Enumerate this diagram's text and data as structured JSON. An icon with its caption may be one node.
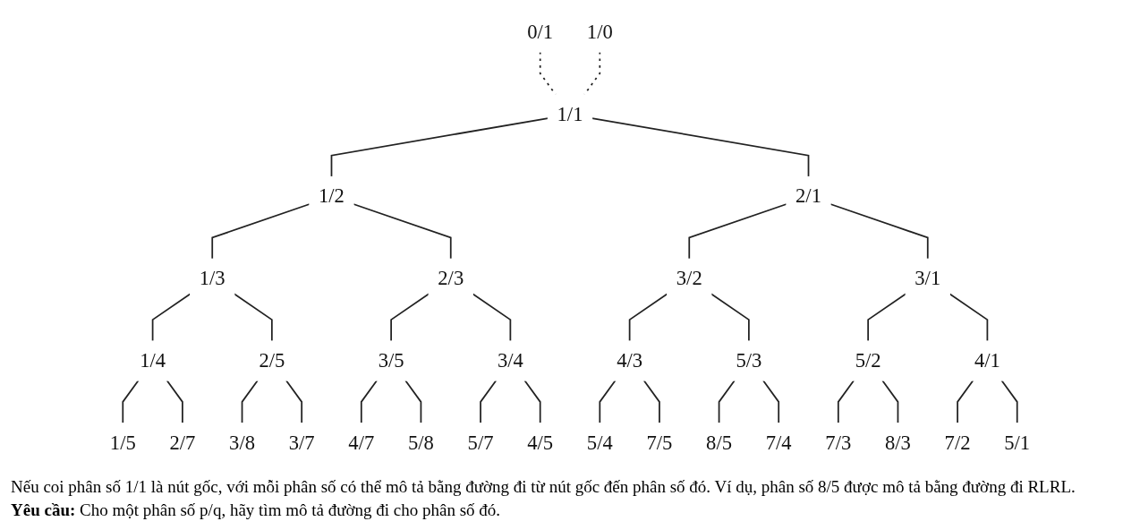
{
  "diagram": {
    "nodes": [
      {
        "text": [
          "0/1"
        ]
      },
      {
        "text": [
          "1/0"
        ]
      },
      {
        "text": [
          "1/1"
        ]
      },
      {
        "text": [
          "1/2"
        ]
      },
      {
        "text": [
          "2/1"
        ]
      },
      {
        "text": [
          "1/3"
        ]
      },
      {
        "text": [
          "2/3"
        ]
      },
      {
        "text": [
          "3/2"
        ]
      },
      {
        "text": [
          "3/1"
        ]
      },
      {
        "text": [
          "1/4"
        ]
      },
      {
        "text": [
          "2/5"
        ]
      },
      {
        "text": [
          "3/5"
        ]
      },
      {
        "text": [
          "3/4"
        ]
      },
      {
        "text": [
          "4/3"
        ]
      },
      {
        "text": [
          "5/3"
        ]
      },
      {
        "text": [
          "5/2"
        ]
      },
      {
        "text": [
          "4/1"
        ]
      },
      {
        "text": [
          "1/5"
        ]
      },
      {
        "text": [
          "2/7"
        ]
      },
      {
        "text": [
          "3/8"
        ]
      },
      {
        "text": [
          "3/7"
        ]
      },
      {
        "text": [
          "4/7"
        ]
      },
      {
        "text": [
          "5/8"
        ]
      },
      {
        "text": [
          "5/7"
        ]
      },
      {
        "text": [
          "4/5"
        ]
      },
      {
        "text": [
          "5/4"
        ]
      },
      {
        "text": [
          "7/5"
        ]
      },
      {
        "text": [
          "8/5"
        ]
      },
      {
        "text": [
          "7/4"
        ]
      },
      {
        "text": [
          "7/3"
        ]
      },
      {
        "text": [
          "8/3"
        ]
      },
      {
        "text": [
          "7/2"
        ]
      },
      {
        "text": [
          "5/1"
        ]
      }
    ],
    "edges": [
      {
        "from": 0,
        "to": 2,
        "arrow": "none",
        "style": "dashed"
      },
      {
        "from": 1,
        "to": 2,
        "arrow": "none",
        "style": "dashed"
      },
      {
        "from": 2,
        "to": 3,
        "arrow": "none"
      },
      {
        "from": 2,
        "to": 4,
        "arrow": "none"
      },
      {
        "from": 3,
        "to": 5,
        "arrow": "none"
      },
      {
        "from": 3,
        "to": 6,
        "arrow": "none"
      },
      {
        "from": 4,
        "to": 7,
        "arrow": "none"
      },
      {
        "from": 4,
        "to": 8,
        "arrow": "none"
      },
      {
        "from": 5,
        "to": 9,
        "arrow": "none"
      },
      {
        "from": 5,
        "to": 10,
        "arrow": "none"
      },
      {
        "from": 6,
        "to": 11,
        "arrow": "none"
      },
      {
        "from": 6,
        "to": 12,
        "arrow": "none"
      },
      {
        "from": 7,
        "to": 13,
        "arrow": "none"
      },
      {
        "from": 7,
        "to": 14,
        "arrow": "none"
      },
      {
        "from": 8,
        "to": 15,
        "arrow": "none"
      },
      {
        "from": 8,
        "to": 16,
        "arrow": "none"
      },
      {
        "from": 9,
        "to": 17,
        "arrow": "none"
      },
      {
        "from": 9,
        "to": 18,
        "arrow": "none"
      },
      {
        "from": 10,
        "to": 19,
        "arrow": "none"
      },
      {
        "from": 10,
        "to": 20,
        "arrow": "none"
      },
      {
        "from": 11,
        "to": 21,
        "arrow": "none"
      },
      {
        "from": 11,
        "to": 22,
        "arrow": "none"
      },
      {
        "from": 12,
        "to": 23,
        "arrow": "none"
      },
      {
        "from": 12,
        "to": 24,
        "arrow": "none"
      },
      {
        "from": 13,
        "to": 25,
        "arrow": "none"
      },
      {
        "from": 13,
        "to": 26,
        "arrow": "none"
      },
      {
        "from": 14,
        "to": 27,
        "arrow": "none"
      },
      {
        "from": 14,
        "to": 28,
        "arrow": "none"
      },
      {
        "from": 15,
        "to": 29,
        "arrow": "none"
      },
      {
        "from": 15,
        "to": 30,
        "arrow": "none"
      },
      {
        "from": 16,
        "to": 31,
        "arrow": "none"
      },
      {
        "from": 16,
        "to": 32,
        "arrow": "none"
      }
    ],
    "labels": [
      "Nếu coi phân số 1/1 là nút gốc, với mỗi phân số có thể mô tả bằng đường đi từ nút gốc đến phân số đó. Ví dụ, phân số 8/5 được mô tả bằng đường đi RLRL.",
      "**Yêu cầu:** Cho một phân số p/q, hãy tìm mô tả đường đi cho phân số đó."
    ]
  }
}
